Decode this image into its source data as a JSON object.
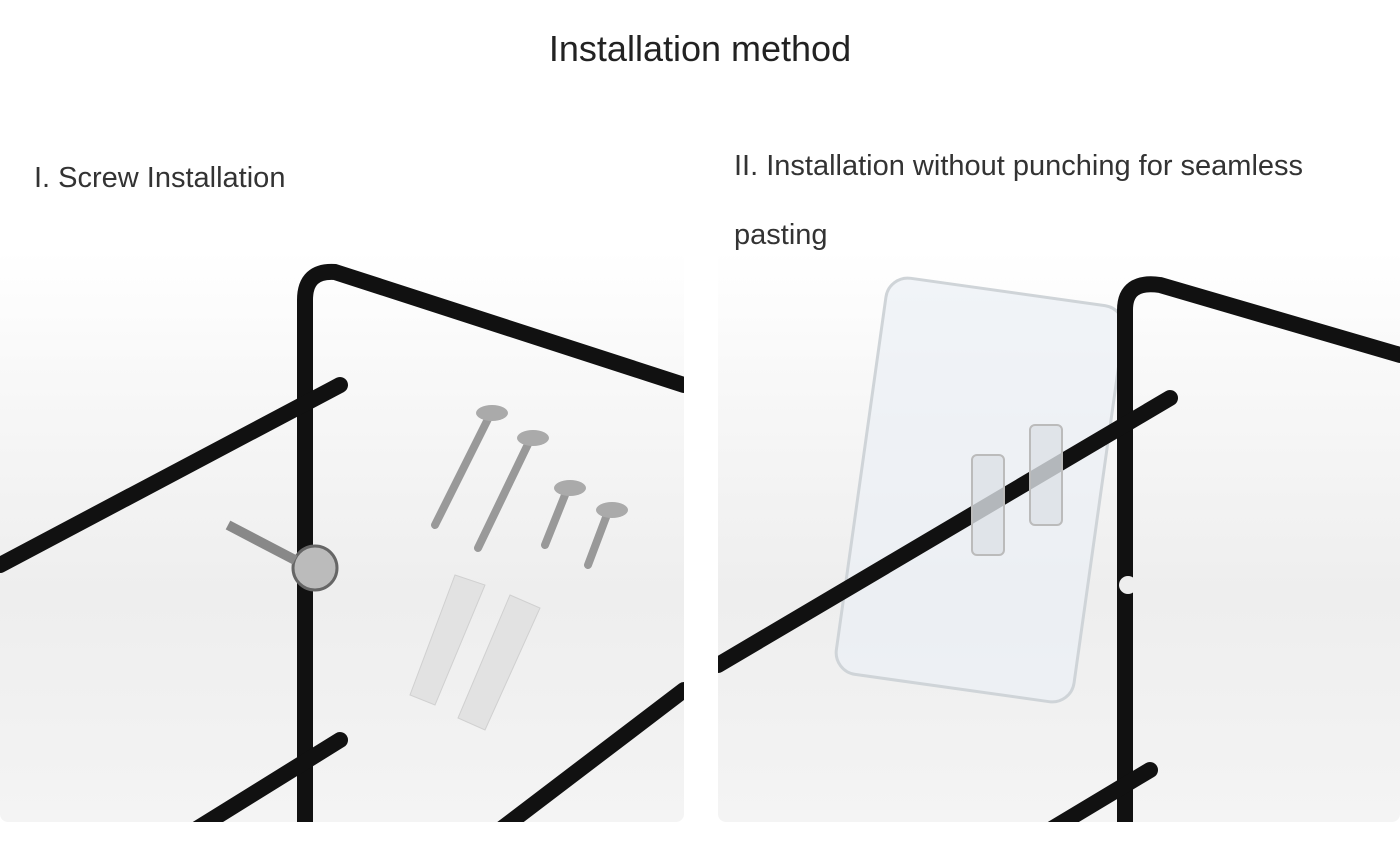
{
  "title": "Installation method",
  "sections": [
    {
      "label": "I. Screw Installation"
    },
    {
      "label_line1": "II. Installation without punching for seamless",
      "label_line2": "pasting"
    }
  ],
  "colors": {
    "frame": "#111111",
    "screw": "#9a9a9a",
    "anchor": "#e4e4e4"
  }
}
